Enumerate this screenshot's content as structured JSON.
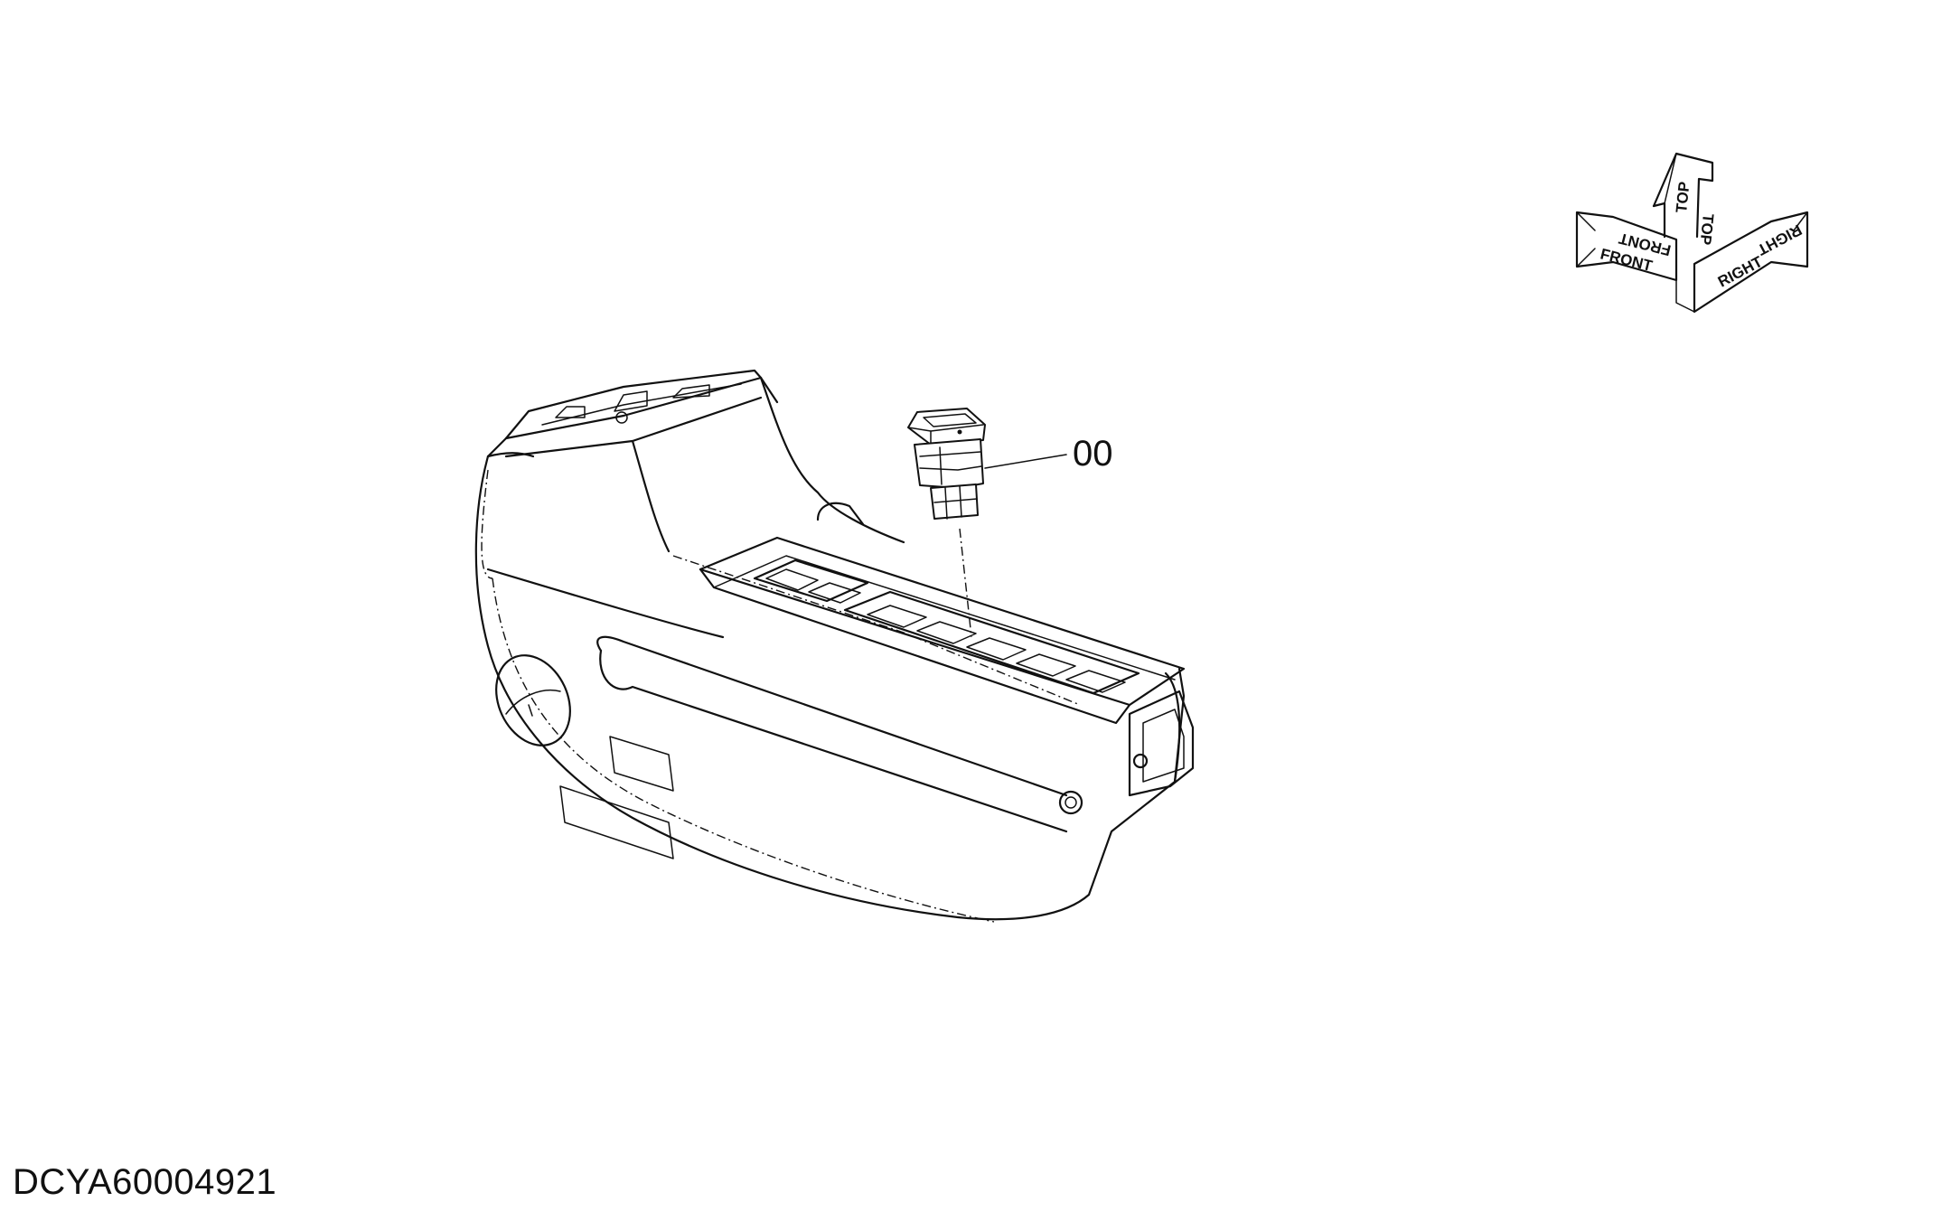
{
  "drawing": {
    "id": "DCYA60004921",
    "callouts": [
      {
        "label": "00",
        "part": "rocker switch"
      }
    ]
  },
  "orientation": {
    "labels": {
      "front": "FRONT",
      "top": "TOP",
      "right": "RIGHT"
    }
  },
  "colors": {
    "line": "#111111",
    "background": "#ffffff"
  }
}
